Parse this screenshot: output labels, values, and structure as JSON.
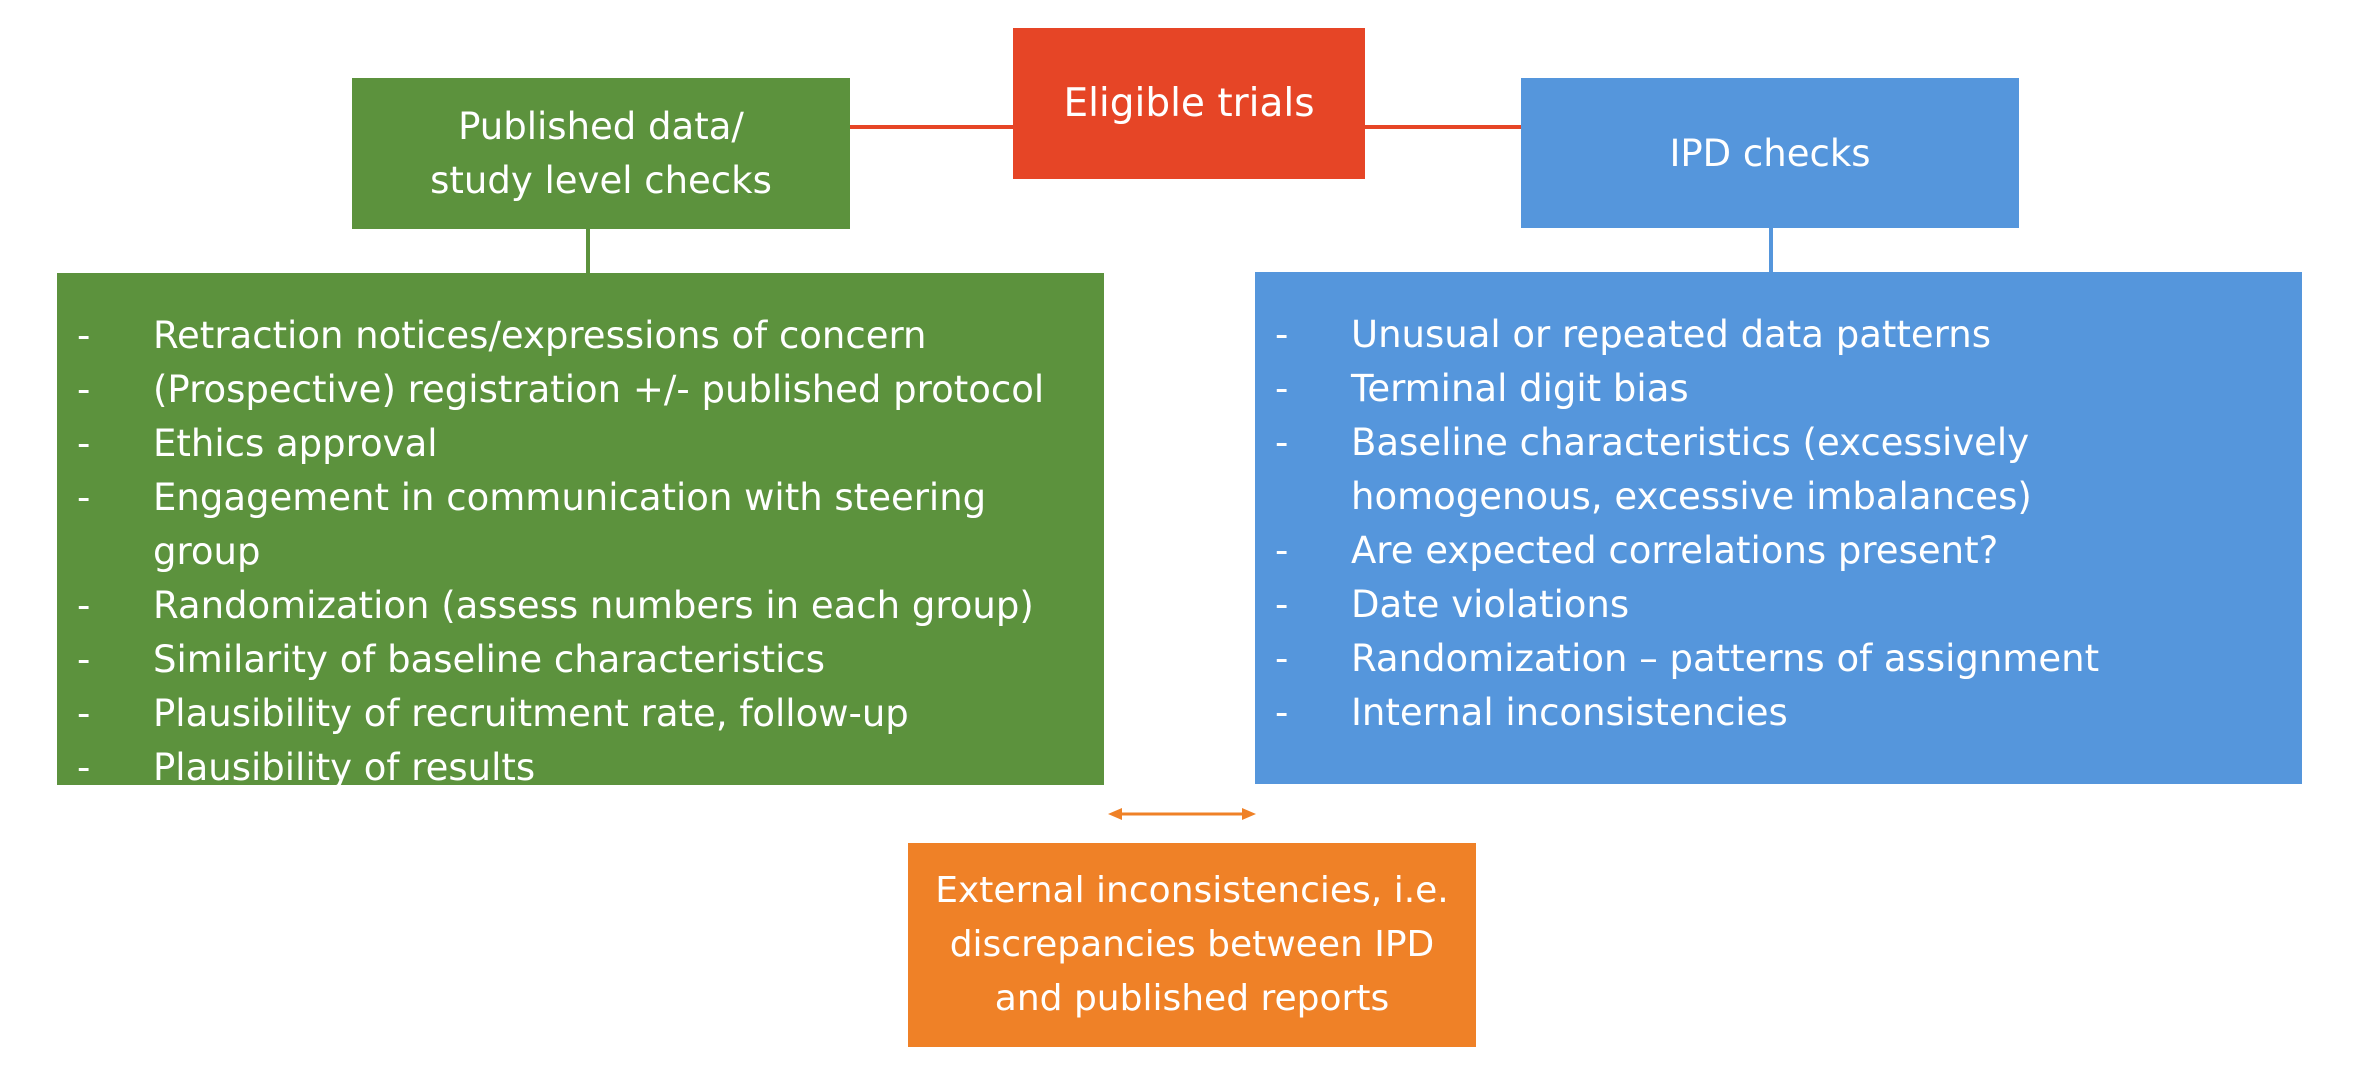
{
  "colors": {
    "eligible_red": "#E64526",
    "green": "#5C923D",
    "blue": "#5596DC",
    "orange": "#EF8127",
    "background": "#FFFFFF",
    "text": "#FFFFFF"
  },
  "eligible_trials": {
    "label": "Eligible trials"
  },
  "published_checks": {
    "title": "Published data/\nstudy level checks",
    "items": [
      "Retraction notices/expressions of concern",
      "(Prospective) registration +/- published protocol",
      "Ethics approval",
      "Engagement in communication with steering group",
      "Randomization (assess numbers in each group)",
      "Similarity of baseline characteristics",
      "Plausibility of recruitment rate, follow-up",
      "Plausibility of results"
    ]
  },
  "ipd_checks": {
    "title": "IPD checks",
    "items": [
      "Unusual or repeated data patterns",
      "Terminal digit bias",
      "Baseline characteristics (excessively homogenous, excessive imbalances)",
      "Are expected correlations present?",
      "Date violations",
      "Randomization – patterns of assignment",
      "Internal inconsistencies"
    ]
  },
  "external_inconsistencies": {
    "label": "External inconsistencies, i.e.\ndiscrepancies between IPD\nand published reports"
  },
  "list_bullet": "-"
}
